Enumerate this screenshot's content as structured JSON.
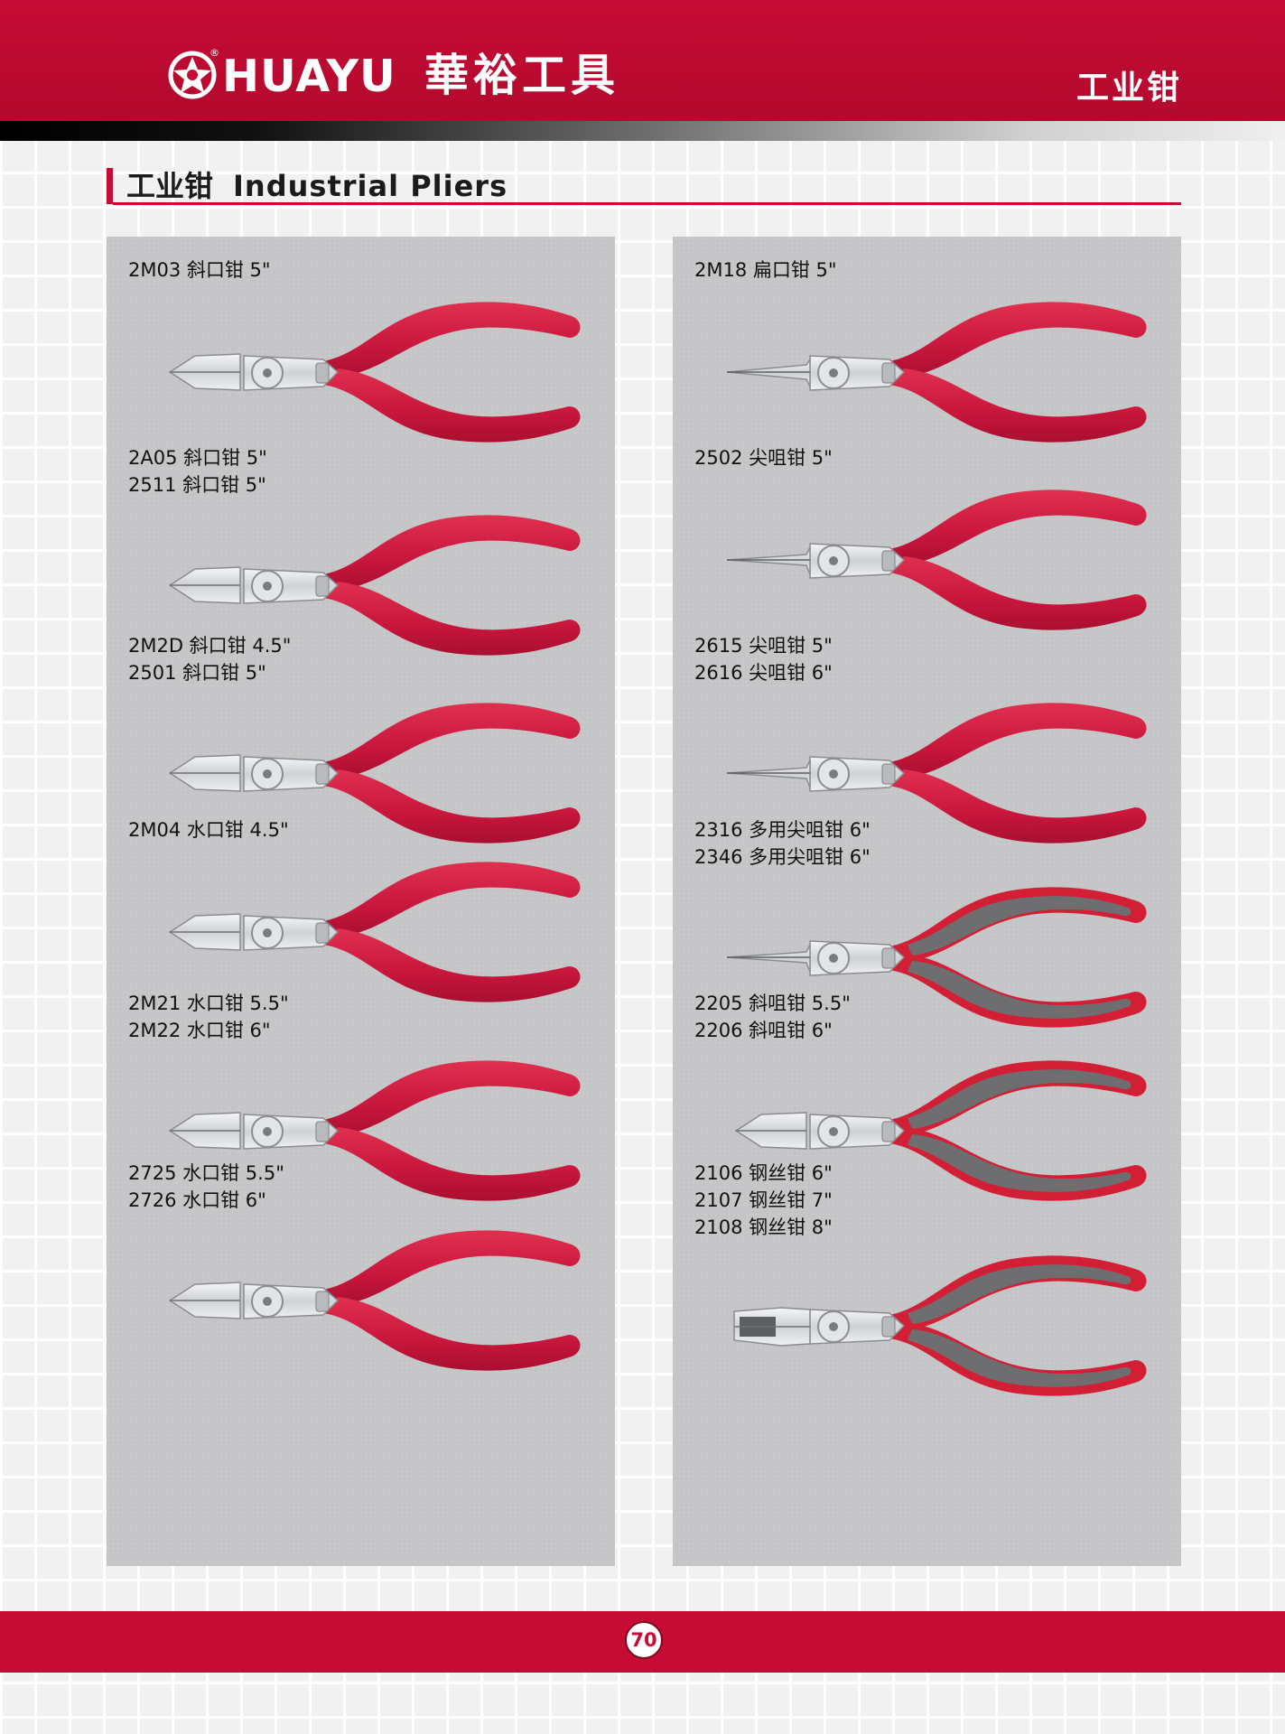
{
  "header": {
    "brand_en": "HUAYU",
    "brand_reg": "®",
    "brand_cn": "華裕工具",
    "category": "工业钳"
  },
  "section": {
    "title_cn": "工业钳",
    "title_en": "Industrial Pliers"
  },
  "left_items": [
    {
      "lines": [
        "2M03 斜口钳 5\""
      ],
      "head": "diagonal",
      "grip": "red"
    },
    {
      "lines": [
        "2A05 斜口钳 5\"",
        "2511 斜口钳 5\""
      ],
      "head": "diagonal",
      "grip": "red"
    },
    {
      "lines": [
        "2M2D 斜口钳 4.5\"",
        "2501 斜口钳 5\""
      ],
      "head": "diagonal",
      "grip": "red"
    },
    {
      "lines": [
        "2M04 水口钳 4.5\""
      ],
      "head": "diagonal",
      "grip": "red"
    },
    {
      "lines": [
        "2M21 水口钳 5.5\"",
        "2M22 水口钳 6\""
      ],
      "head": "diagonal",
      "grip": "red"
    },
    {
      "lines": [
        "2725 水口钳 5.5\"",
        "2726 水口钳 6\""
      ],
      "head": "diagonal",
      "grip": "red"
    }
  ],
  "right_items": [
    {
      "lines": [
        "2M18 扁口钳 5\""
      ],
      "head": "flatnose",
      "grip": "red"
    },
    {
      "lines": [
        "2502 尖咀钳 5\""
      ],
      "head": "longnose",
      "grip": "red"
    },
    {
      "lines": [
        "2615 尖咀钳 5\"",
        "2616 尖咀钳 6\""
      ],
      "head": "longnose",
      "grip": "red"
    },
    {
      "lines": [
        "2316 多用尖咀钳 6\"",
        "2346 多用尖咀钳 6\""
      ],
      "head": "longnose",
      "grip": "twotone"
    },
    {
      "lines": [
        "2205 斜咀钳 5.5\"",
        "2206 斜咀钳 6\""
      ],
      "head": "diagonal",
      "grip": "twotone"
    },
    {
      "lines": [
        "2106 钢丝钳 6\"",
        "2107 钢丝钳 7\"",
        "2108 钢丝钳 8\""
      ],
      "head": "combination",
      "grip": "twotone"
    }
  ],
  "footer": {
    "page_number": "70"
  },
  "colors": {
    "brand_red": "#c60b35",
    "grip_red": "#cc1c3f",
    "grip_gray": "#6e6e70",
    "panel": "#c4c5c7"
  }
}
